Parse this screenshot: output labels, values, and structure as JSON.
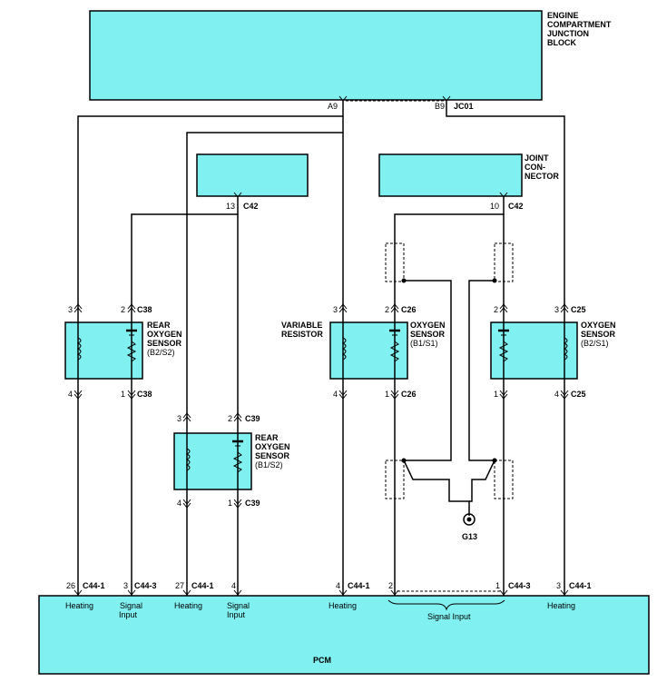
{
  "components": {
    "junction_block": [
      "ENGINE",
      "COMPARTMENT",
      "JUNCTION",
      "BLOCK"
    ],
    "joint_connector": [
      "JOINT",
      "CON-",
      "NECTOR"
    ],
    "pcm": "PCM",
    "rear_o2_b2s2": [
      "REAR",
      "OXYGEN",
      "SENSOR",
      "(B2/S2)"
    ],
    "rear_o2_b1s2": [
      "REAR",
      "OXYGEN",
      "SENSOR",
      "(B1/S2)"
    ],
    "variable_resistor": [
      "VARIABLE",
      "RESISTOR"
    ],
    "o2_b1s1": [
      "OXYGEN",
      "SENSOR",
      "(B1/S1)"
    ],
    "o2_b2s1": [
      "OXYGEN",
      "SENSOR",
      "(B2/S1)"
    ],
    "ground": "G13"
  },
  "connectors": {
    "jc01": "JC01",
    "c42": "C42",
    "c38": "C38",
    "c39": "C39",
    "c26": "C26",
    "c25": "C25",
    "c44_1": "C44-1",
    "c44_3": "C44-3"
  },
  "pins": {
    "a9": "A9",
    "b9": "B9",
    "p13": "13",
    "p10": "10",
    "p1": "1",
    "p2": "2",
    "p3": "3",
    "p4": "4",
    "p26": "26",
    "p27": "27"
  },
  "pcm_functions": {
    "heating": "Heating",
    "signal_input": [
      "Signal",
      "Input"
    ],
    "signal_input_group": "Signal Input"
  }
}
